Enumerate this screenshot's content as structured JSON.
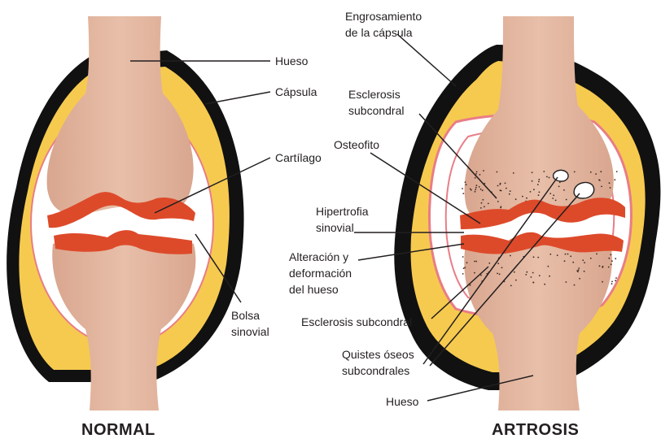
{
  "colors": {
    "bone": "#e3b49d",
    "bone_shadow": "#cf9d86",
    "capsule_fill": "#f6ca4f",
    "capsule_outline": "#111111",
    "cartilage": "#dd4a2a",
    "synovial_line": "#e97d86",
    "sclerosis_dots": "#3a2a22"
  },
  "normal": {
    "title": "NORMAL",
    "labels": {
      "bone": "Hueso",
      "capsule": "Cápsula",
      "cartilage": "Cartílago",
      "bursa": "Bolsa\nsinovial"
    }
  },
  "arthrosis": {
    "title": "ARTROSIS",
    "labels": {
      "capsule_thickening": "Engrosamiento\nde la cápsula",
      "subchondral_sclerosis_top": "Esclerosis\nsubcondral",
      "osteophyte": "Osteofito",
      "synovial_hypertrophy": "Hipertrofia\nsinovial",
      "bone_deformation": "Alteración y\ndeformación\ndel hueso",
      "subchondral_sclerosis_bottom": "Esclerosis subcondral",
      "subchondral_cysts": "Quistes óseos\nsubcondrales",
      "bone": "Hueso"
    }
  }
}
